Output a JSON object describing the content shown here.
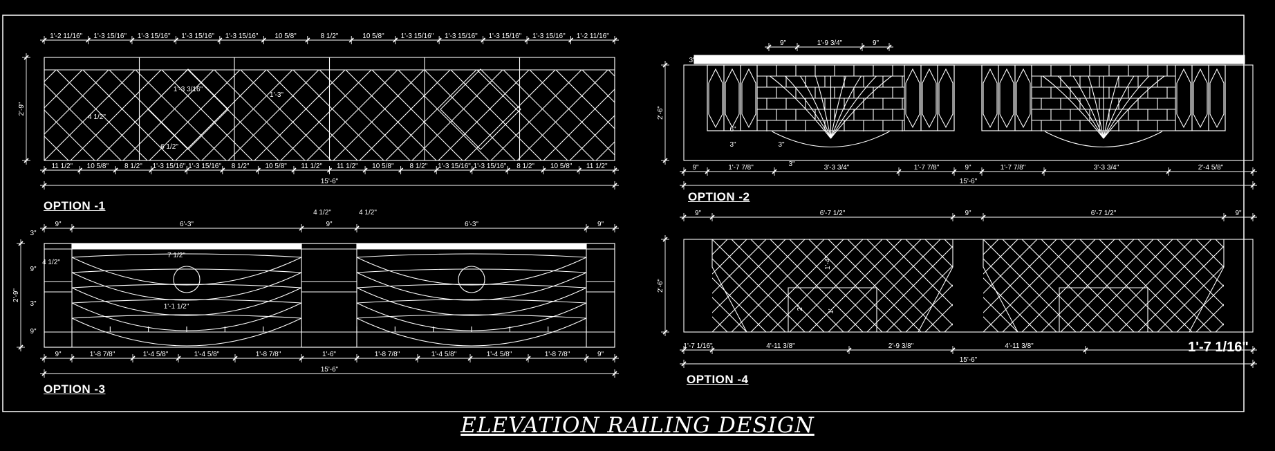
{
  "drawing_title": "ELEVATION RAILING DESIGN",
  "colors": {
    "background": "#000000",
    "linework": "#ffffff"
  },
  "options": [
    {
      "label": "OPTION -1",
      "top_dims": [
        "1'-2 11/16\"",
        "1'-3 15/16\"",
        "1'-3 15/16\"",
        "1'-3 15/16\"",
        "1'-3 15/16\"",
        "10 5/8\"",
        "8 1/2\"",
        "10 5/8\"",
        "1'-3 15/16\"",
        "1'-3 15/16\"",
        "1'-3 15/16\"",
        "1'-3 15/16\"",
        "1'-2 11/16\""
      ],
      "bottom_dims": [
        "11 1/2\"",
        "10 5/8\"",
        "8 1/2\"",
        "1'-3 15/16\"",
        "1'-3 15/16\"",
        "8 1/2\"",
        "10 5/8\"",
        "11 1/2\"",
        "11 1/2\"",
        "10 5/8\"",
        "8 1/2\"",
        "1'-3 15/16\"",
        "1'-3 15/16\"",
        "8 1/2\"",
        "10 5/8\"",
        "11 1/2\""
      ],
      "overall": "15'-6\"",
      "height": "2'-9\"",
      "notes": [
        "1'-3 3/16\"",
        "4 1/2\"",
        "1'-3\"",
        "6 1/2\""
      ]
    },
    {
      "label": "OPTION -2",
      "top_dims": [
        "9\"",
        "1'-9 3/4\"",
        "9\""
      ],
      "bottom_dims": [
        "9\"",
        "1'-7 7/8\"",
        "3'-3 3/4\"",
        "1'-7 7/8\"",
        "9\"",
        "1'-7 7/8\"",
        "3'-3 3/4\"",
        "2'-4 5/8\""
      ],
      "overall": "15'-6\"",
      "height": "2'-6\"",
      "notes": [
        "3\"",
        "6\"",
        "3\"",
        "3\"",
        "3\""
      ]
    },
    {
      "label": "OPTION -3",
      "top_dims": [
        "9\"",
        "6'-3\"",
        "9\"",
        "6'-3\"",
        "9\""
      ],
      "post_dims": [
        "4 1/2\"",
        "4 1/2\""
      ],
      "bottom_dims": [
        "9\"",
        "1'-8 7/8\"",
        "1'-4 5/8\"",
        "1'-4 5/8\"",
        "1'-8 7/8\"",
        "1'-6\"",
        "1'-8 7/8\"",
        "1'-4 5/8\"",
        "1'-4 5/8\"",
        "1'-8 7/8\"",
        "9\""
      ],
      "overall": "15'-6\"",
      "height": "2'-9\"",
      "side_dims": [
        "3\"",
        "9\"",
        "3\"",
        "9\""
      ],
      "notes": [
        "4 1/2\"",
        "7 1/2\"",
        "1'-1 1/2\""
      ]
    },
    {
      "label": "OPTION -4",
      "top_dims": [
        "9\"",
        "6'-7 1/2\"",
        "9\"",
        "6'-7 1/2\"",
        "9\""
      ],
      "bottom_dims": [
        "1'-7 1/16\"",
        "4'-11 3/8\"",
        "2'-9 3/8\"",
        "4'-11 3/8\"",
        "1'-7 1/16\""
      ],
      "overall": "15'-6\"",
      "height": "2'-6\"",
      "notes": [
        "1'-4\"",
        "2\"",
        "1'"
      ]
    }
  ]
}
